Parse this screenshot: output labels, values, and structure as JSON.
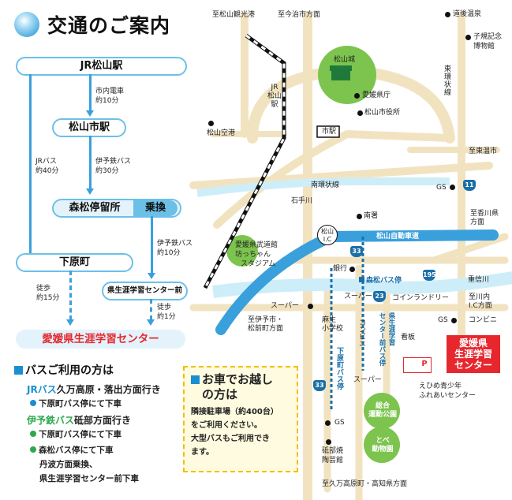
{
  "title": "交通のご案内",
  "route": {
    "jr_matsuyama": "JR松山駅",
    "seg1": "市内電車\n約10分",
    "matsuyama_shi": "松山市駅",
    "seg_jr_bus": "JRバス\n約40分",
    "seg_iyo_bus": "伊予鉄バス\n約30分",
    "morimatsu": "森松停留所",
    "transfer": "乗換",
    "seg_iyo_bus2": "伊予鉄バス\n約10分",
    "shimohara": "下原町",
    "center_mae": "県生涯学習センター前",
    "walk15": "徒歩\n約15分",
    "walk1": "徒歩\n約1分",
    "destination": "愛媛県生涯学習センター"
  },
  "bus_info": {
    "heading": "バスご利用の方は",
    "jr_line_a": "JRバス",
    "jr_line_b": "久万高原・落出方面行き",
    "jr_item": "下原町バス停にて下車",
    "iyo_line_a": "伊予鉄バス",
    "iyo_line_b": "砥部方面行き",
    "iyo_item1": "下原町バス停にて下車",
    "iyo_item2": "森松バス停にて下車",
    "iyo_item2b": "丹波方面乗換、",
    "iyo_item2c": "県生涯学習センター前下車"
  },
  "car_info": {
    "heading1": "お車でお越し",
    "heading2": "の方は",
    "line1": "隣接駐車場（約400台）",
    "line2": "をご利用ください。",
    "line3": "大型バスもご利用でき",
    "line4": "ます。"
  },
  "map": {
    "matsuyama_kanko": "至松山観光港",
    "imabari": "至今治市方面",
    "dogo": "道後温泉",
    "shiki1": "子規記念",
    "shiki2": "博物館",
    "matsuyama_castle": "松山城",
    "jr_line": "JR\n松山\n駅",
    "pref_office": "愛媛県庁",
    "city_office": "松山市役所",
    "tozai": "東\n環\n状\n線",
    "airport": "松山空港",
    "shi_eki": "市駅",
    "toon": "至東温市",
    "nankan": "南環状線",
    "ishite": "石手川",
    "gs1": "GS",
    "route11": "11",
    "minamisho": "南署",
    "kouchi": "至香川県\n方面",
    "ic": "松山\nI.C",
    "expressway": "松山自動車道",
    "budokan1": "愛媛県武道館",
    "budokan2": "坊っちゃん",
    "budokan3": "スタジアム",
    "route33a": "33",
    "bank": "銀行",
    "morimatsu_stop": "森松バス停",
    "route195": "195",
    "shigenobu": "重信川",
    "super1": "スーパー",
    "super2": "スーパー",
    "coin": "コインランドリー",
    "kawauchi": "至川内\nI.C方面",
    "route23": "23",
    "iyo": "至伊予市・\n松前町方面",
    "asou": "麻生\n小学校",
    "konbini1": "コンビニ",
    "gs2": "GS",
    "konbini2": "コンビニ",
    "kanban": "看板",
    "center_stop": "県生涯学習\nセンター前バス停",
    "shimohara_stop": "下原町バス停",
    "route33b": "33",
    "super3": "スーパー",
    "facility": "愛媛県\n生涯学習\nセンター",
    "parking": "P",
    "youth1": "えひめ青少年",
    "youth2": "ふれあいセンター",
    "sogo1": "総合",
    "sogo2": "運動公園",
    "gs3": "GS",
    "tobe_zoo1": "とべ",
    "tobe_zoo2": "動物園",
    "tobeyaki1": "砥部焼",
    "tobeyaki2": "陶芸館",
    "kumakogen": "至久万高原町・高知県方面"
  },
  "colors": {
    "accent_blue": "#1a8fd0",
    "red": "#e6272e",
    "green": "#2fa84f",
    "road": "#f2e3c0"
  }
}
